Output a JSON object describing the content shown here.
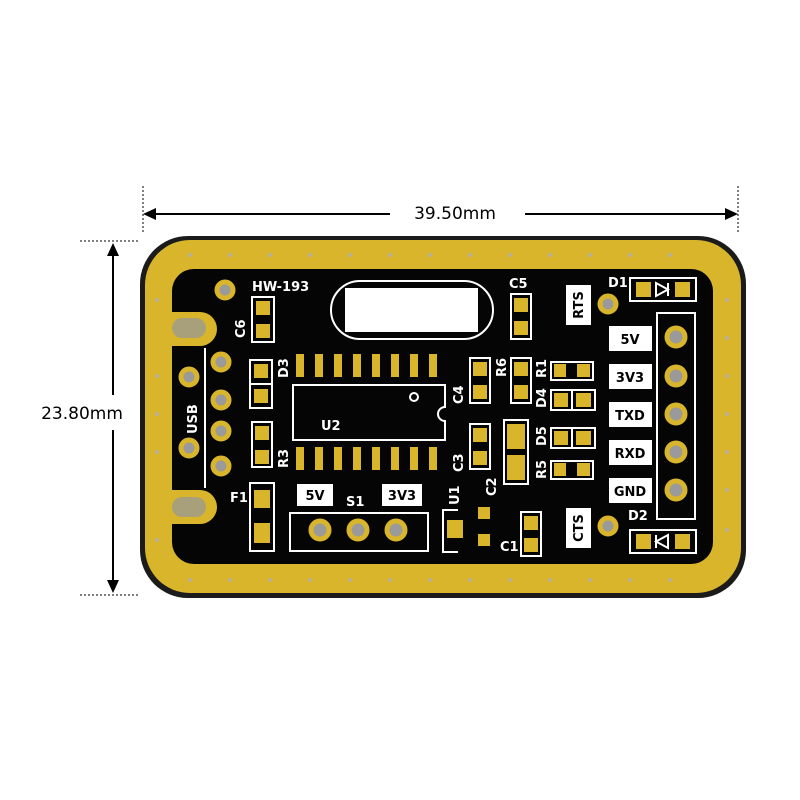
{
  "dimensions": {
    "width": "39.50mm",
    "height": "23.80mm"
  },
  "board": {
    "name": "HW-193",
    "colors": {
      "copper": "#d8b52a",
      "mask": "#000000",
      "silk": "#ffffff"
    },
    "silkscreen": {
      "c6": "C6",
      "d3": "D3",
      "r3": "R3",
      "f1": "F1",
      "usb": "USB",
      "u2": "U2",
      "c4": "C4",
      "c3": "C3",
      "u1": "U1",
      "c2": "C2",
      "c1": "C1",
      "c5": "C5",
      "r6": "R6",
      "r1": "R1",
      "d4": "D4",
      "d5": "D5",
      "r5": "R5",
      "d1": "D1",
      "d2": "D2",
      "s1": "S1",
      "rts": "RTS",
      "cts": "CTS"
    },
    "switch_labels": [
      "5V",
      "3V3"
    ],
    "header_pins": [
      "5V",
      "3V3",
      "TXD",
      "RXD",
      "GND"
    ]
  }
}
